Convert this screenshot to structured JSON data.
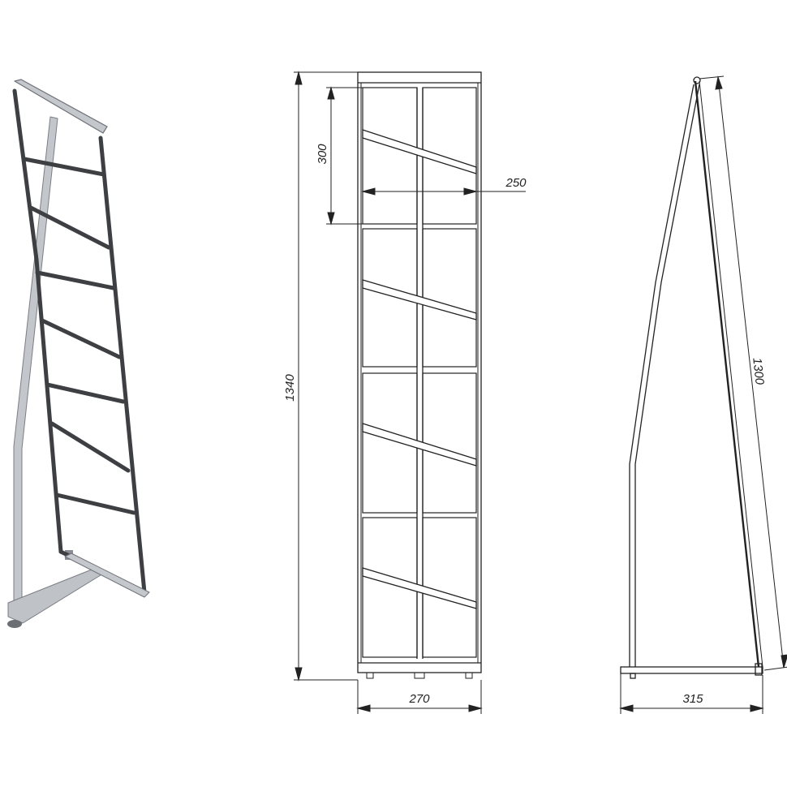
{
  "drawing": {
    "dimensions": {
      "shelf_height": "300",
      "inner_width": "250",
      "total_height": "1340",
      "total_width": "270",
      "frame_length": "1300",
      "base_depth": "315"
    }
  }
}
